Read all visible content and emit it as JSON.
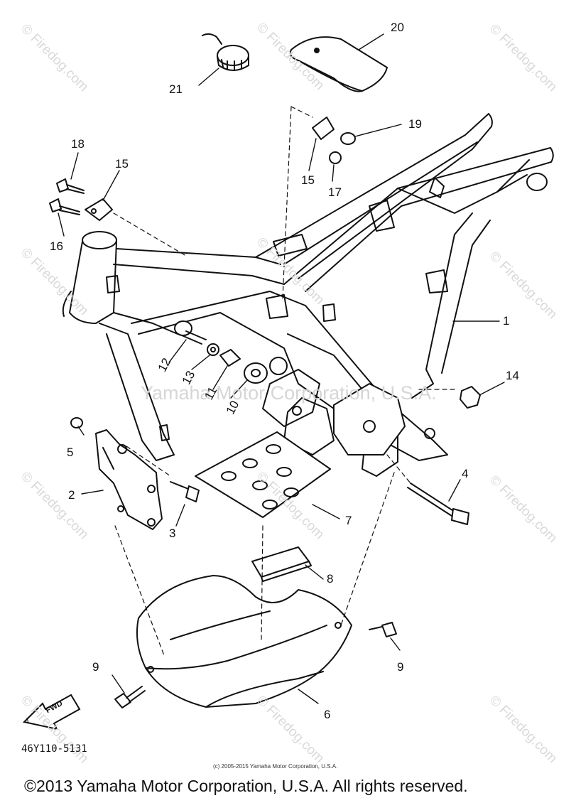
{
  "diagram": {
    "callouts": [
      "1",
      "2",
      "3",
      "4",
      "5",
      "6",
      "7",
      "8",
      "9",
      "9",
      "10",
      "11",
      "12",
      "13",
      "14",
      "15",
      "15",
      "16",
      "17",
      "18",
      "19",
      "20",
      "21"
    ],
    "fwd_label": "FWD",
    "drawing_code": "46Y110-5131",
    "small_copyright": "(c) 2005-2015 Yamaha Motor Corporation, U.S.A.",
    "center_watermark": "Yamaha Motor Corporation, U.S.A.",
    "watermark_text": "© Firedog.com",
    "footer": "©2013 Yamaha Motor Corporation, U.S.A. All rights reserved.",
    "line_color": "#111111",
    "watermark_color": "#d9d9d9"
  }
}
